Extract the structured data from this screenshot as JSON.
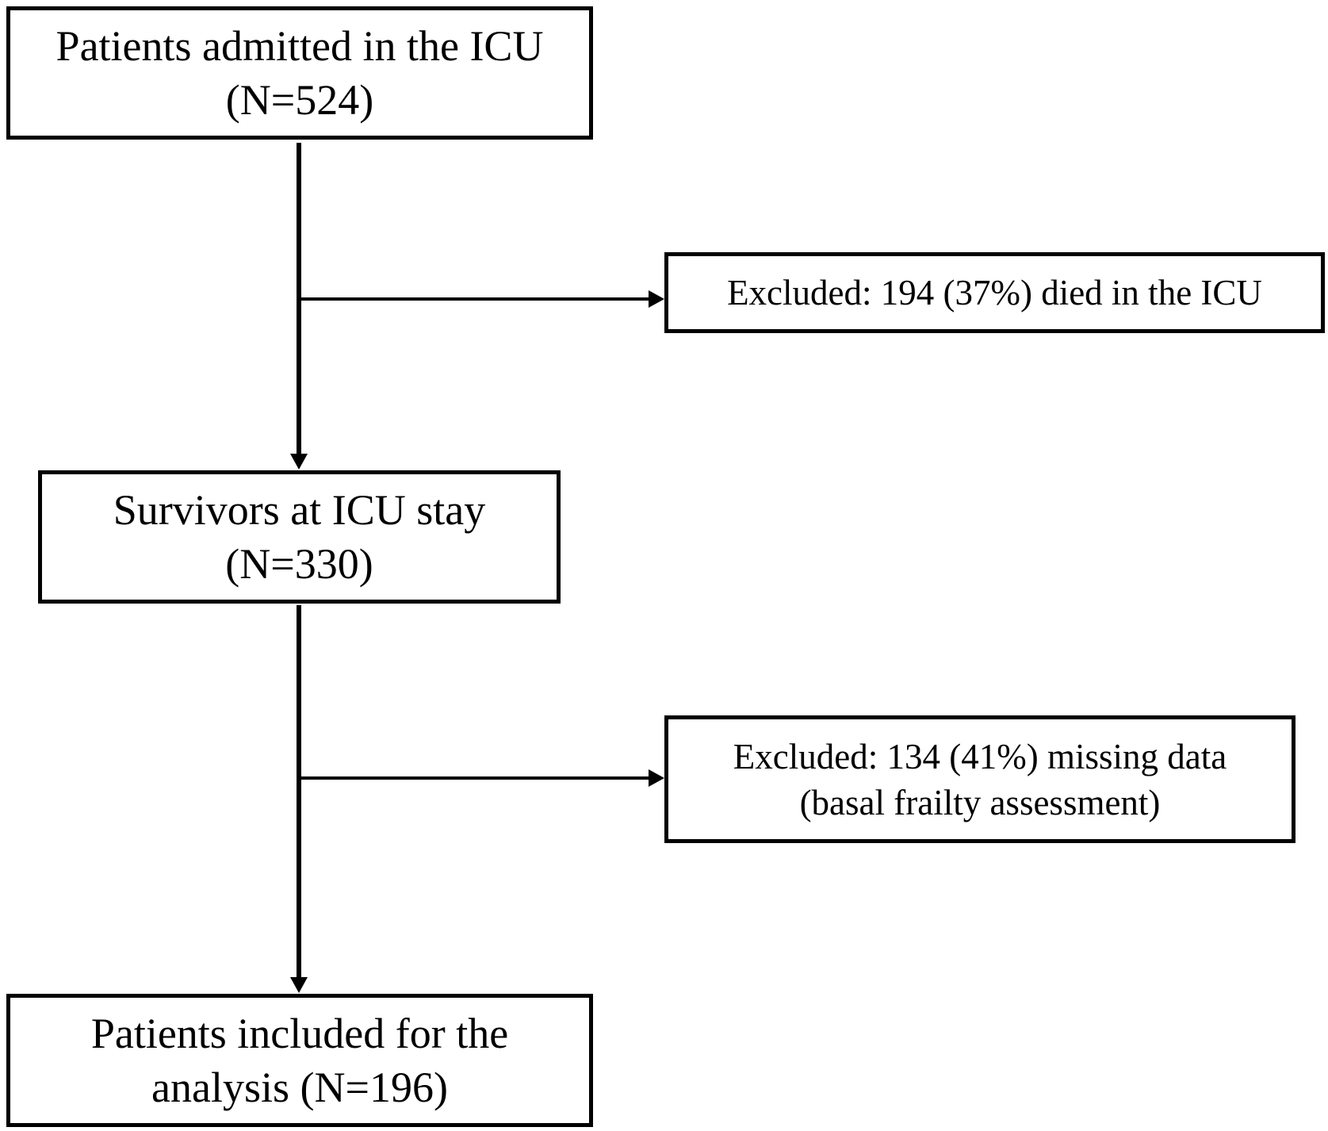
{
  "flowchart": {
    "boxes": {
      "admitted": {
        "line1": "Patients admitted in the ICU",
        "line2": "(N=524)"
      },
      "excluded_died": {
        "line1": "Excluded: 194 (37%) died in the ICU"
      },
      "survivors": {
        "line1": "Survivors at ICU stay",
        "line2": "(N=330)"
      },
      "excluded_missing": {
        "line1": "Excluded: 134 (41%) missing data",
        "line2": "(basal frailty assessment)"
      },
      "included": {
        "line1": "Patients included for the",
        "line2": "analysis (N=196)"
      }
    },
    "colors": {
      "stroke": "#000000",
      "background": "#ffffff"
    }
  }
}
